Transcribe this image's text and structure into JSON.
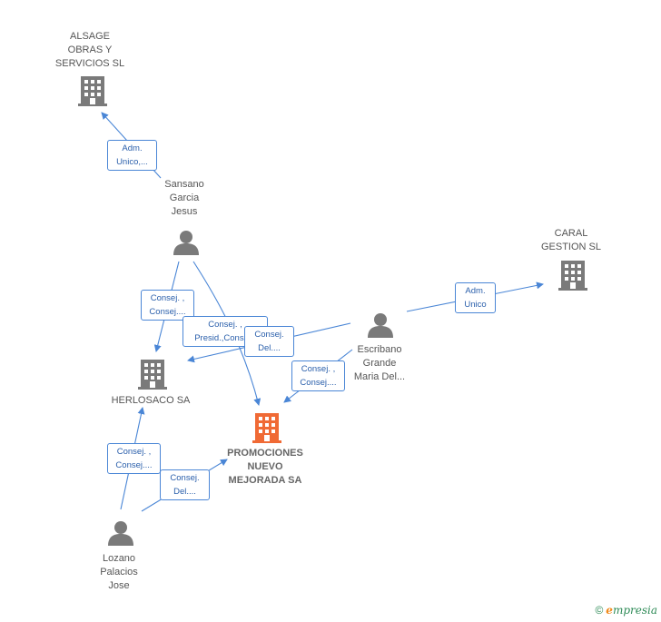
{
  "colors": {
    "edge": "#4a86d6",
    "node_gray": "#7a7a7a",
    "node_main": "#f06a35",
    "label": "#555555"
  },
  "nodes": [
    {
      "id": "alsage",
      "kind": "company",
      "lines": [
        "ALSAGE",
        "OBRAS Y",
        "SERVICIOS SL"
      ]
    },
    {
      "id": "caral",
      "kind": "company",
      "lines": [
        "CARAL",
        "GESTION SL"
      ]
    },
    {
      "id": "herlosaco",
      "kind": "company",
      "lines": [
        "HERLOSACO SA"
      ]
    },
    {
      "id": "promociones",
      "kind": "company-main",
      "lines": [
        "PROMOCIONES",
        "NUEVO",
        "MEJORADA SA"
      ]
    },
    {
      "id": "sansano",
      "kind": "person",
      "lines": [
        "Sansano",
        "Garcia",
        "Jesus"
      ]
    },
    {
      "id": "escribano",
      "kind": "person",
      "lines": [
        "Escribano",
        "Grande",
        "Maria Del..."
      ]
    },
    {
      "id": "lozano",
      "kind": "person",
      "lines": [
        "Lozano",
        "Palacios",
        "Jose"
      ]
    }
  ],
  "roles": [
    {
      "id": "r1",
      "lines": [
        "Adm.",
        "Unico,..."
      ]
    },
    {
      "id": "r2",
      "lines": [
        "Consej. ,",
        "Consej...."
      ]
    },
    {
      "id": "r3",
      "lines": [
        "Consej. ,",
        "Presid.,Conse..."
      ]
    },
    {
      "id": "r4",
      "lines": [
        "Consej.",
        "Del...."
      ]
    },
    {
      "id": "r5",
      "lines": [
        "Consej. ,",
        "Consej...."
      ]
    },
    {
      "id": "r6",
      "lines": [
        "Adm.",
        "Unico"
      ]
    },
    {
      "id": "r7",
      "lines": [
        "Consej. ,",
        "Consej...."
      ]
    },
    {
      "id": "r8",
      "lines": [
        "Consej.",
        "Del...."
      ]
    }
  ],
  "credit": {
    "symbol": "©",
    "brand_e": "e",
    "brand_rest": "mpresia"
  }
}
